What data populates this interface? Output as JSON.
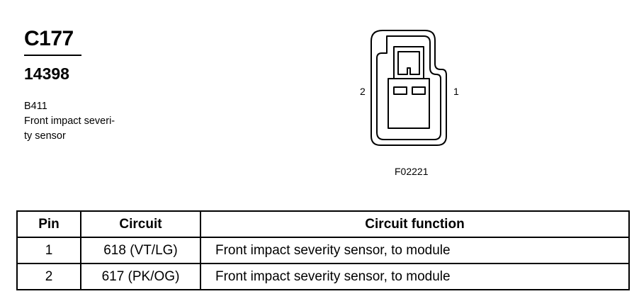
{
  "connector": {
    "id": "C177",
    "part_number": "14398",
    "component_code": "B411",
    "description_lines": [
      "Front impact severi-",
      "ty sensor"
    ]
  },
  "diagram": {
    "pin_labels": {
      "left": "2",
      "right": "1"
    },
    "figure_id": "F02221"
  },
  "table": {
    "headers": [
      "Pin",
      "Circuit",
      "Circuit function"
    ],
    "rows": [
      {
        "pin": "1",
        "circuit": "618 (VT/LG)",
        "function": "Front impact severity sensor, to module"
      },
      {
        "pin": "2",
        "circuit": "617 (PK/OG)",
        "function": "Front impact severity sensor, to module"
      }
    ]
  }
}
